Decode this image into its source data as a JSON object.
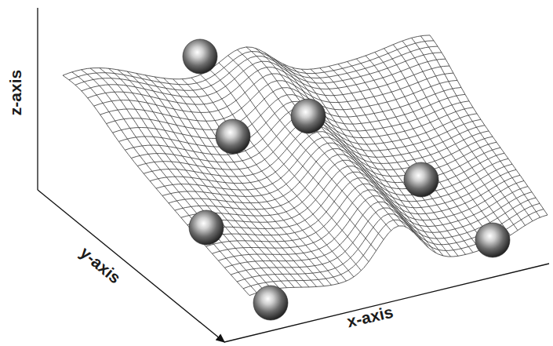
{
  "diagram": {
    "labels": [
      "z-axis",
      "y-axis",
      "x-axis"
    ]
  }
}
